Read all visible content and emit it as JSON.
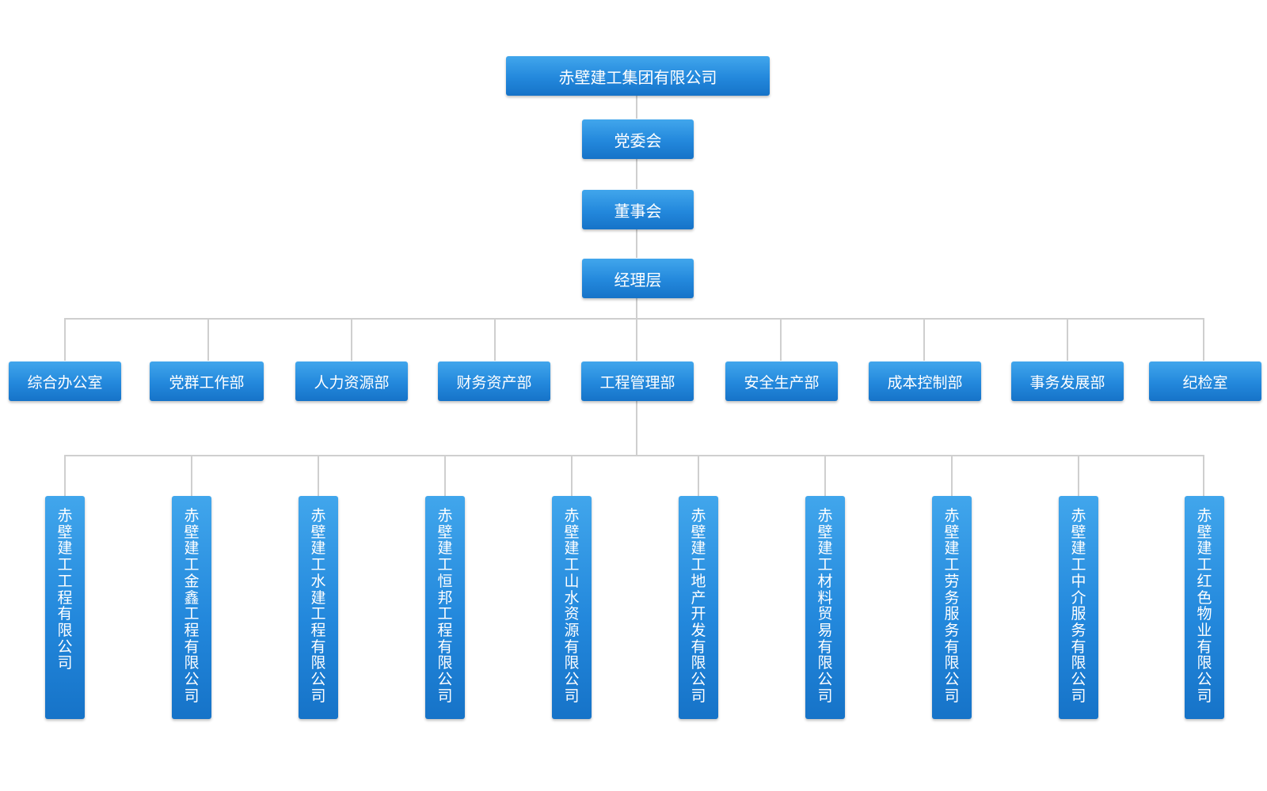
{
  "colors": {
    "node_top": "#41a6ec",
    "node_bottom": "#1673c8",
    "connector": "#cfcfcf",
    "text": "#ffffff"
  },
  "chain": [
    "赤壁建工集团有限公司",
    "党委会",
    "董事会",
    "经理层"
  ],
  "departments": [
    "综合办公室",
    "党群工作部",
    "人力资源部",
    "财务资产部",
    "工程管理部",
    "安全生产部",
    "成本控制部",
    "事务发展部",
    "纪检室"
  ],
  "subsidiaries": [
    "赤壁建工工程有限公司",
    "赤壁建工金鑫工程有限公司",
    "赤壁建工水建工程有限公司",
    "赤壁建工恒邦工程有限公司",
    "赤壁建工山水资源有限公司",
    "赤壁建工地产开发有限公司",
    "赤壁建工材料贸易有限公司",
    "赤壁建工劳务服务有限公司",
    "赤壁建工中介服务有限公司",
    "赤壁建工红色物业有限公司"
  ]
}
